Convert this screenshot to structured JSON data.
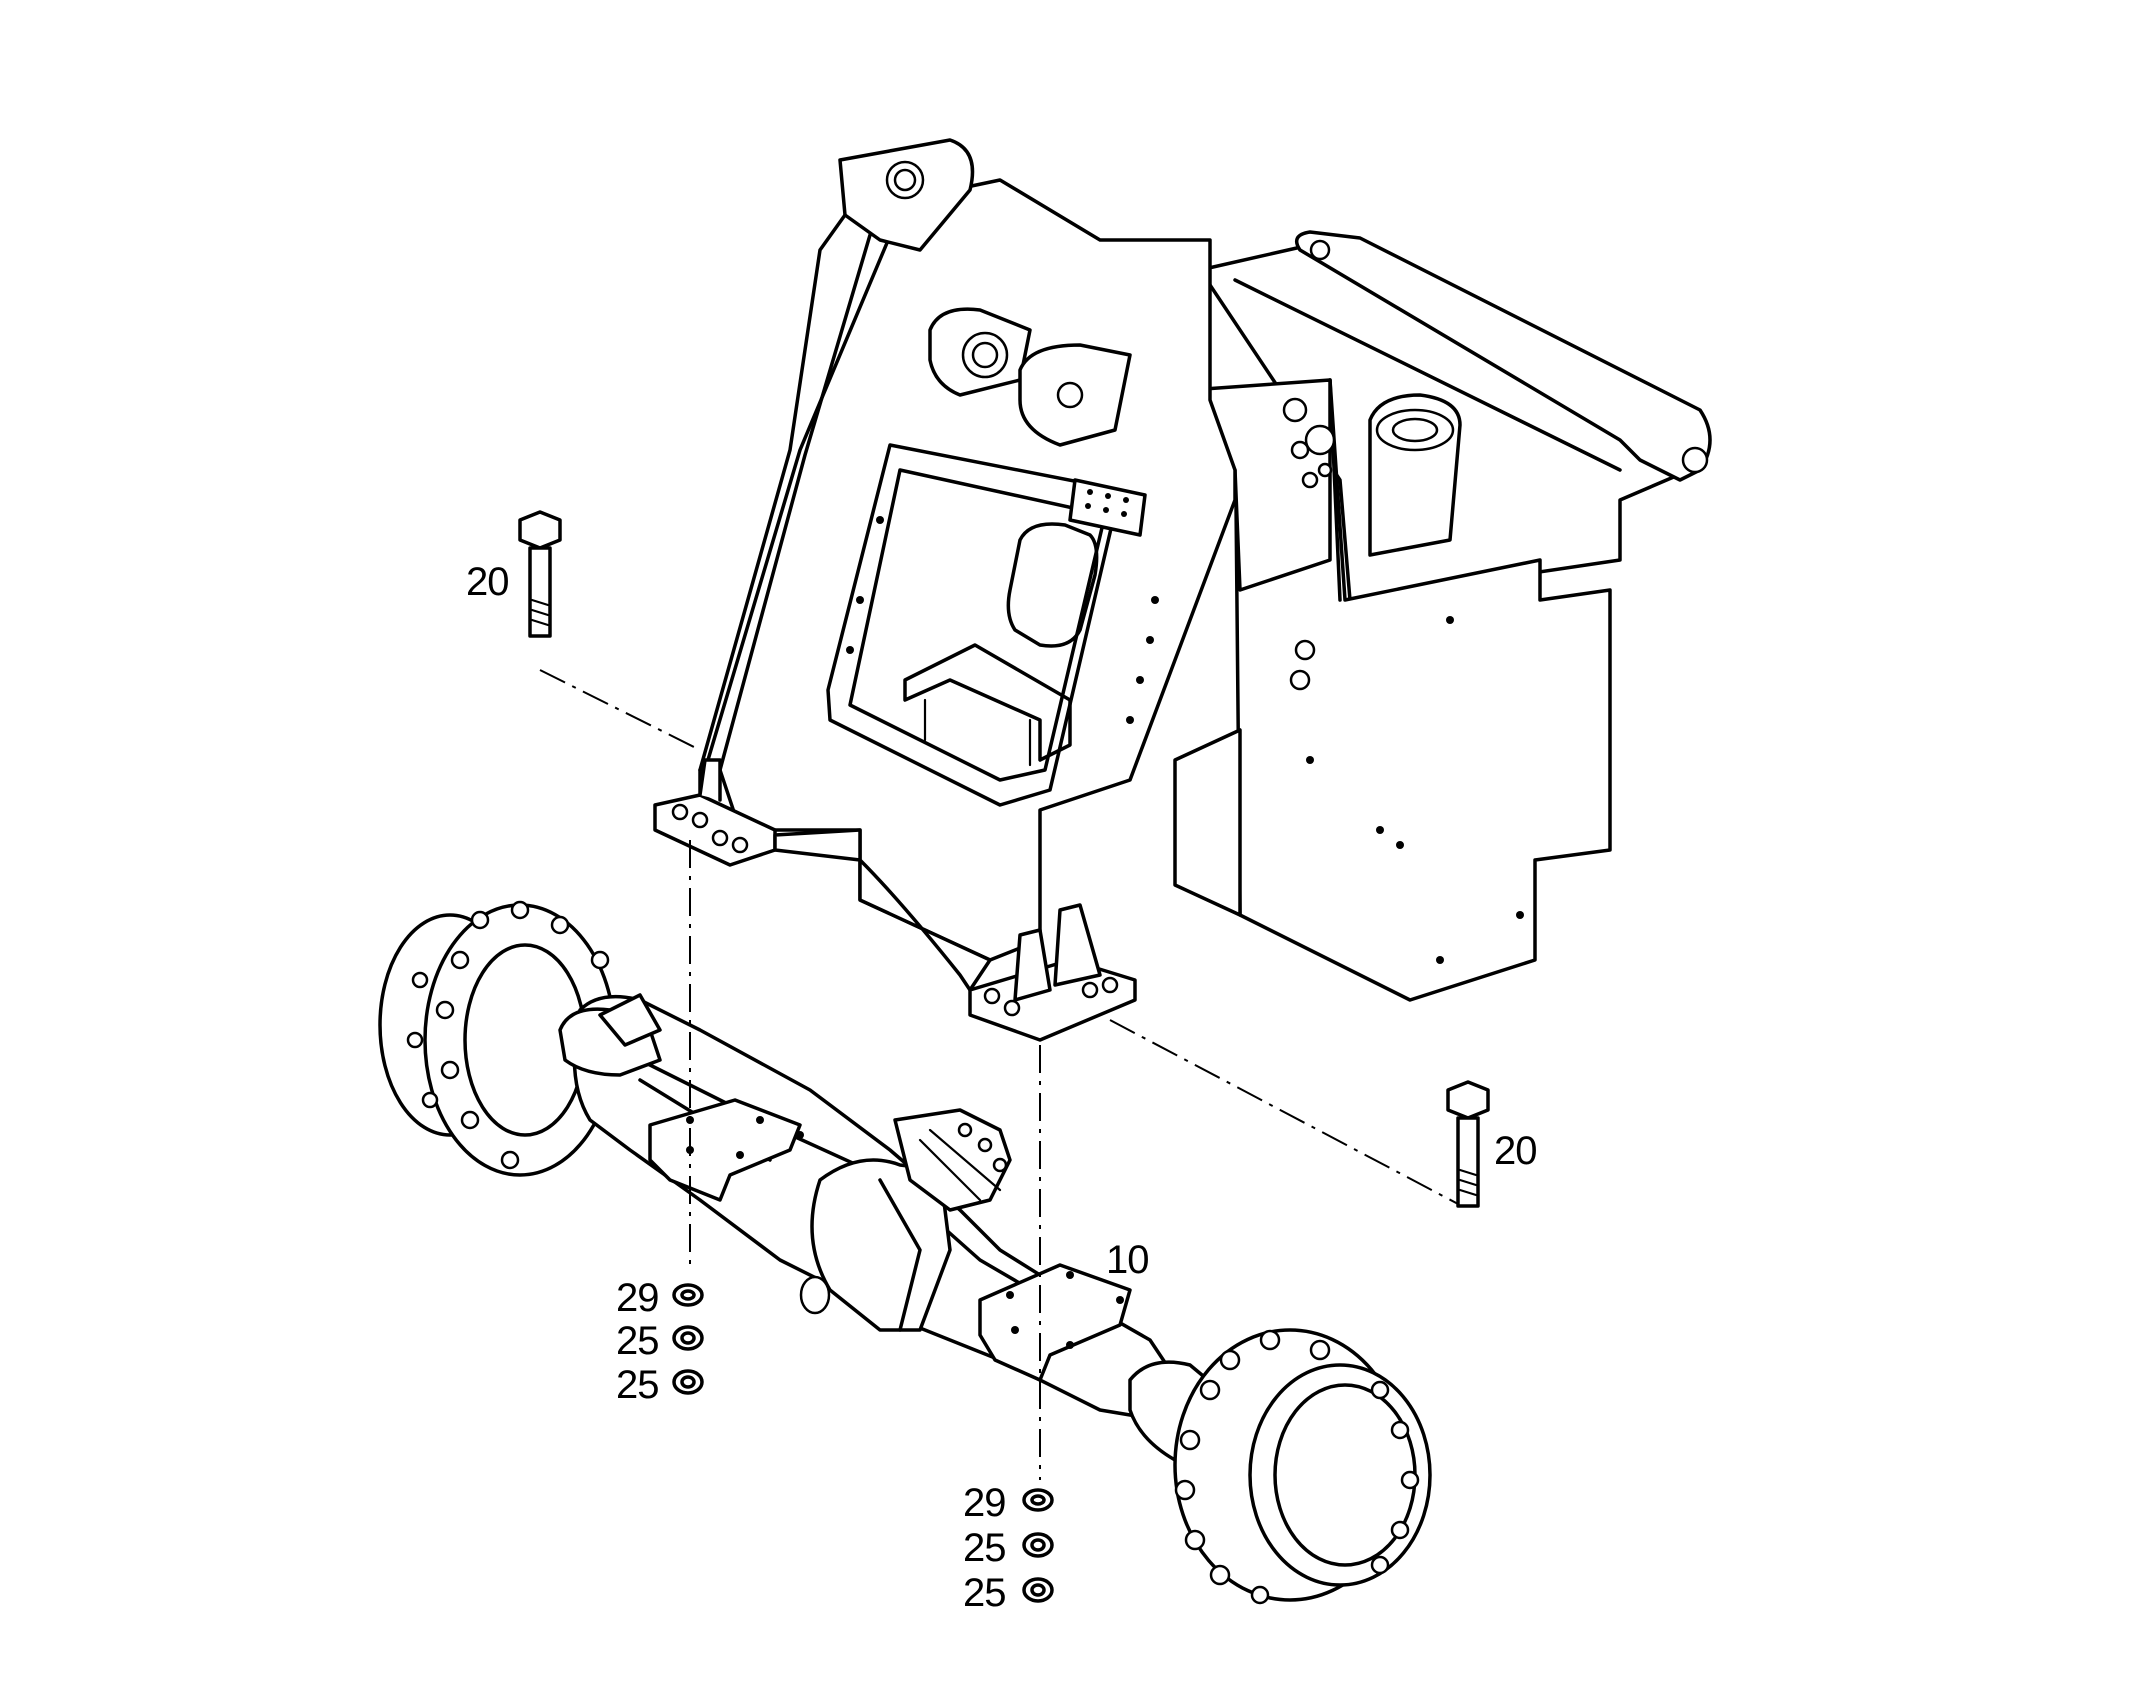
{
  "callouts": {
    "bolt_left": "20",
    "bolt_right": "20",
    "axle": "10",
    "washer_left": "29",
    "nut_left_1": "25",
    "nut_left_2": "25",
    "washer_right": "29",
    "nut_right_1": "25",
    "nut_right_2": "25"
  }
}
